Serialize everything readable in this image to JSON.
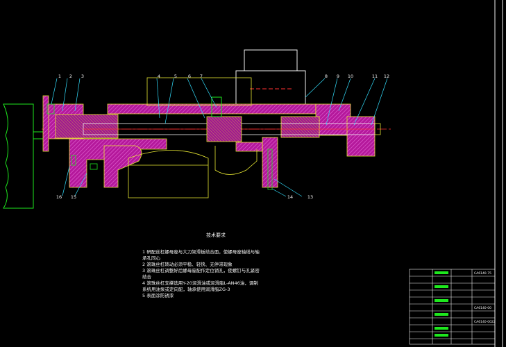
{
  "part_numbers": [
    "1",
    "2",
    "3",
    "4",
    "5",
    "6",
    "7",
    "8",
    "9",
    "10",
    "11",
    "12",
    "13",
    "14",
    "15",
    "16"
  ],
  "tech_requirements": {
    "title": "技术要求",
    "lines": [
      "1 研配丝杠螺母座与大刀架滑板结合面，使螺母座轴线与轴",
      "承孔同心",
      "2 滚珠丝杠转动必须平稳、轻快、无停滞现象",
      "3 滚珠丝杠调整好后螺母座配作定位销孔，使螺钉与孔紧密",
      "结合",
      "4 滚珠丝杠支撑选用Y-20润滑油或润滑脂L-AN46油，调制",
      "系统用油泵或定向配，轴承使用润滑脂ZG-3",
      "5 表面涂防锈漆"
    ]
  },
  "title_block": {
    "drawing_no": "CA6140-75",
    "code_top": "CA6140-00",
    "code_bottom": "CA6140-0022"
  },
  "colors": {
    "background": "#000000",
    "section_fill": "#b4189b",
    "outline": "#e8e832",
    "leader": "#33e0ff",
    "frame": "#f2f2f2",
    "axis": "#ff3030",
    "green": "#1ee81e"
  }
}
